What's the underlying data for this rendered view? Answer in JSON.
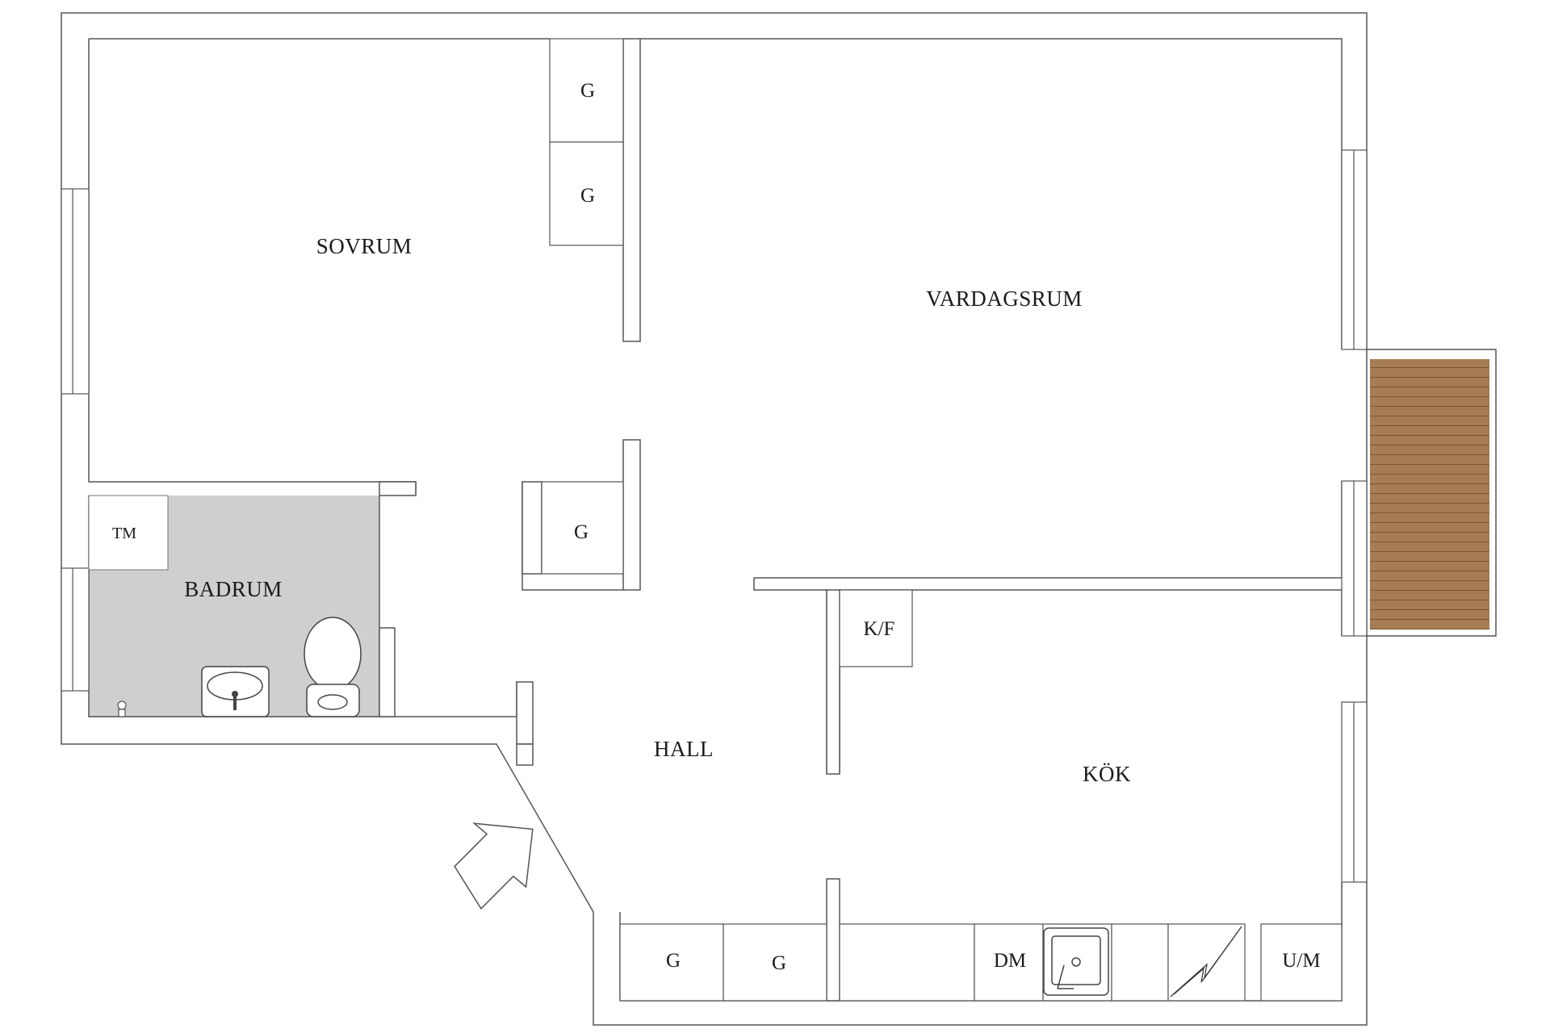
{
  "rooms": {
    "sovrum": "SOVRUM",
    "vardagsrum": "VARDAGSRUM",
    "badrum": "BADRUM",
    "hall": "HALL",
    "kok": "KÖK"
  },
  "fixtures": {
    "wardrobe_bedroom_top": "G",
    "wardrobe_bedroom_bottom": "G",
    "wardrobe_hall": "G",
    "wardrobe_bottom_left": "G",
    "wardrobe_bottom_right": "G",
    "washing_machine": "TM",
    "fridge_freezer": "K/F",
    "dishwasher": "DM",
    "microwave_oven": "U/M"
  },
  "colors": {
    "wall": "#555555",
    "bathroom_floor": "#cfcfcf",
    "balcony_deck": "#a67c52",
    "deck_lines": "#7a5632"
  },
  "icons": [
    "entrance-arrow-icon",
    "sink-icon",
    "toilet-icon",
    "kitchen-sink-icon",
    "stove-icon",
    "floor-drain-icon"
  ]
}
